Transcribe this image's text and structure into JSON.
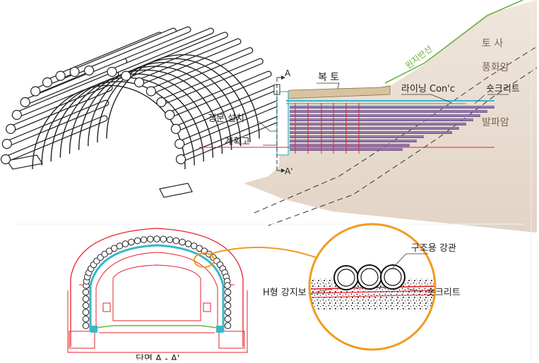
{
  "section": {
    "label_a": "A",
    "label_a_prime": "A'",
    "cover_soil": "복 토",
    "portal_install": "갱문 설치",
    "planned_level": "계획고",
    "original_ground": "원지반선",
    "lining": "라이닝 Con'c",
    "shotcrete": "숏크리트",
    "soil": "토 사",
    "weathered_rock": "풍화암",
    "blasting_rock": "발파암"
  },
  "detail": {
    "steel_pipe": "구조용 강관",
    "h_beam": "H형 강지보",
    "shotcrete": "숏크리트",
    "caption": "단면 A - A'"
  },
  "colors": {
    "accent_orange": "#f39a1e",
    "ground_fill": "#e8ddd1",
    "ground_green": "#6eb33f",
    "red_line": "#e8202a",
    "cyan_line": "#3ab6c8",
    "purple_pipe": "#6b4f8c"
  }
}
